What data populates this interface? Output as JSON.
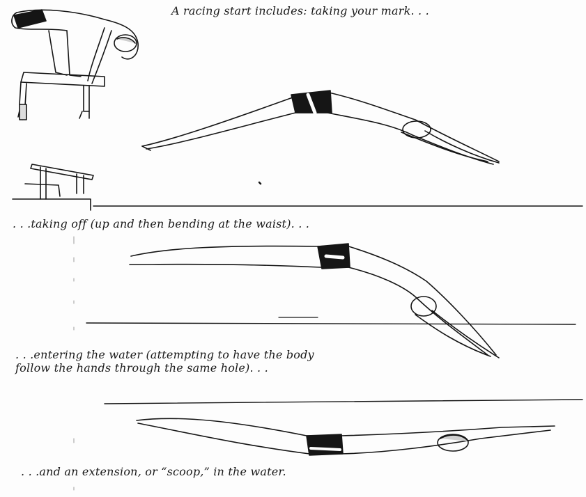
{
  "captions": {
    "taking_mark": "A racing start includes: taking your mark. . .",
    "taking_off": ". . .taking off (up and then bending at the waist). . .",
    "entering_line_1": ". . .entering the water (attempting to have the body",
    "entering_line_2": "follow the hands through the same hole). . .",
    "extension": ". . .and an extension, or “scoop,” in the water."
  },
  "colors": {
    "ink": "#151515",
    "paper": "#fdfdfd"
  }
}
